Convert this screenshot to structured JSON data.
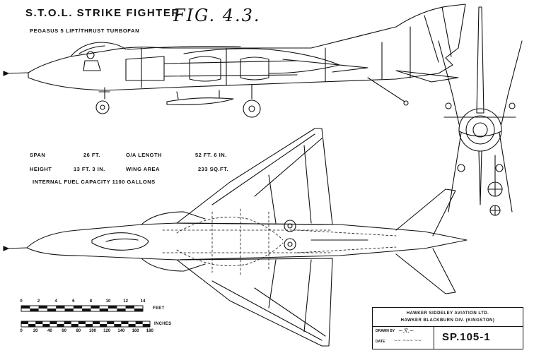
{
  "title": "S.T.O.L. STRIKE FIGHTER",
  "fig_label": "FIG. 4.3.",
  "engine": "PEGASUS 5 LIFT/THRUST TURBOFAN",
  "specs": {
    "span_label": "SPAN",
    "span_value": "26 FT.",
    "length_label": "O/A LENGTH",
    "length_value": "52 FT. 6 IN.",
    "height_label": "HEIGHT",
    "height_value": "13 FT. 3 IN.",
    "area_label": "WING AREA",
    "area_value": "233 SQ.FT."
  },
  "fuel": "INTERNAL FUEL CAPACITY 1100 GALLONS",
  "scale": {
    "feet_label": "FEET",
    "inches_label": "INCHES",
    "feet_ticks": [
      "0",
      "2",
      "4",
      "6",
      "8",
      "10",
      "12",
      "14"
    ],
    "inch_ticks": [
      "0",
      "20",
      "40",
      "60",
      "80",
      "100",
      "120",
      "140",
      "160",
      "180"
    ]
  },
  "title_block": {
    "company": "HAWKER SIDDELEY AVIATION LTD.",
    "division": "HAWKER BLACKBURN DIV. (KINGSTON)",
    "drawn_by": "DRAWN BY",
    "date": "DATE",
    "drawing_number": "SP.105-1"
  }
}
